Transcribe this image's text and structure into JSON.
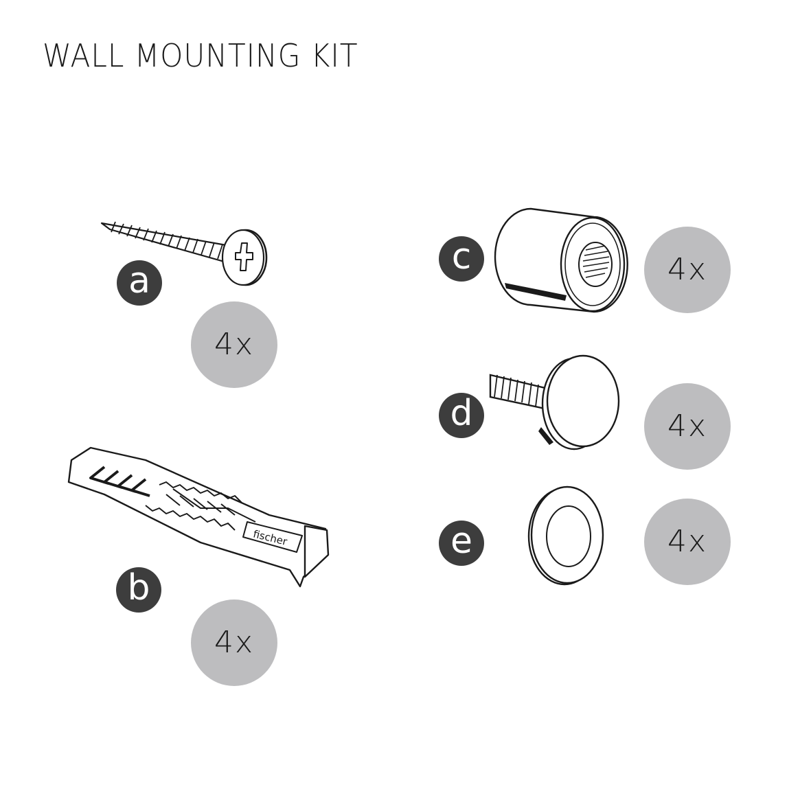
{
  "title": "WALL MOUNTING KIT",
  "colors": {
    "label_fill": "#3d3d3d",
    "label_text": "#ffffff",
    "qty_fill": "#bdbdbf",
    "qty_text": "#1a1a1a",
    "line": "#1a1a1a"
  },
  "parts": [
    {
      "id": "a",
      "label": "a",
      "quantity": "4x",
      "icon": "wood-screw-icon"
    },
    {
      "id": "b",
      "label": "b",
      "quantity": "4x",
      "icon": "wall-plug-icon",
      "imprint": "fischer"
    },
    {
      "id": "c",
      "label": "c",
      "quantity": "4x",
      "icon": "standoff-barrel-icon"
    },
    {
      "id": "d",
      "label": "d",
      "quantity": "4x",
      "icon": "standoff-cap-screw-icon"
    },
    {
      "id": "e",
      "label": "e",
      "quantity": "4x",
      "icon": "washer-icon"
    }
  ]
}
